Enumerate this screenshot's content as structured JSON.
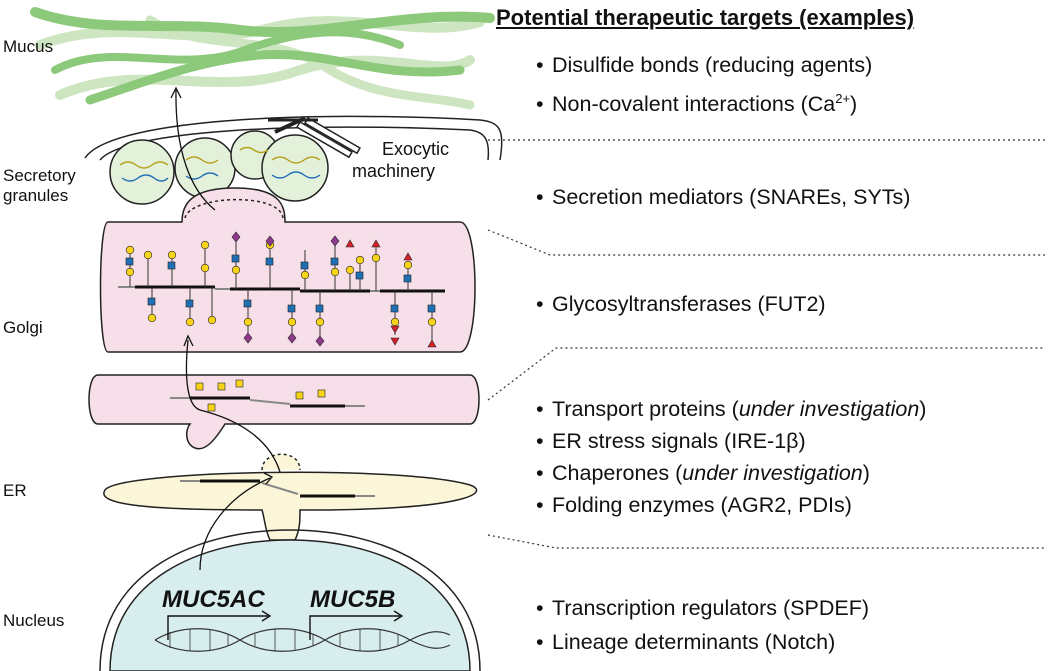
{
  "labels": {
    "mucus": "Mucus",
    "secretory": "Secretory granules",
    "secretory_line1": "Secretory",
    "secretory_line2": "granules",
    "golgi": "Golgi",
    "er": "ER",
    "nucleus": "Nucleus",
    "exocytic_line1": "Exocytic",
    "exocytic_line2": "machinery",
    "gene1": "MUC5AC",
    "gene2": "MUC5B"
  },
  "targets": {
    "heading": "Potential therapeutic targets (examples)",
    "bullet": "•",
    "mucus": [
      {
        "text": "Disulfide bonds (reducing agents)"
      },
      {
        "pre": "Non-covalent interactions (Ca",
        "sup": "2+",
        "post": ")"
      }
    ],
    "secretory": [
      {
        "text": "Secretion mediators (SNAREs, SYTs)"
      }
    ],
    "golgi": [
      {
        "text": "Glycosyltransferases (FUT2)"
      }
    ],
    "er": [
      {
        "pre": "Transport proteins (",
        "em": "under investigation",
        "post": ")"
      },
      {
        "text": "ER stress signals (IRE-1β)"
      },
      {
        "pre": "Chaperones (",
        "em": "under investigation",
        "post": ")"
      },
      {
        "text": "Folding enzymes (AGR2, PDIs)"
      }
    ],
    "nucleus": [
      {
        "text": "Transcription regulators (SPDEF)"
      },
      {
        "text": "Lineage determinants (Notch)"
      }
    ]
  },
  "colors": {
    "mucus_dark": "#8cc97a",
    "mucus_light": "#cde6c1",
    "granule": "#e3f1db",
    "golgi": "#f7dfe9",
    "er": "#fbf6d8",
    "nucleus": "#d8eeee",
    "glycan_yellow": "#f7d31a",
    "glycan_blue": "#1f6fb5",
    "glycan_purple": "#8e3a8c",
    "glycan_red": "#d8202b"
  }
}
